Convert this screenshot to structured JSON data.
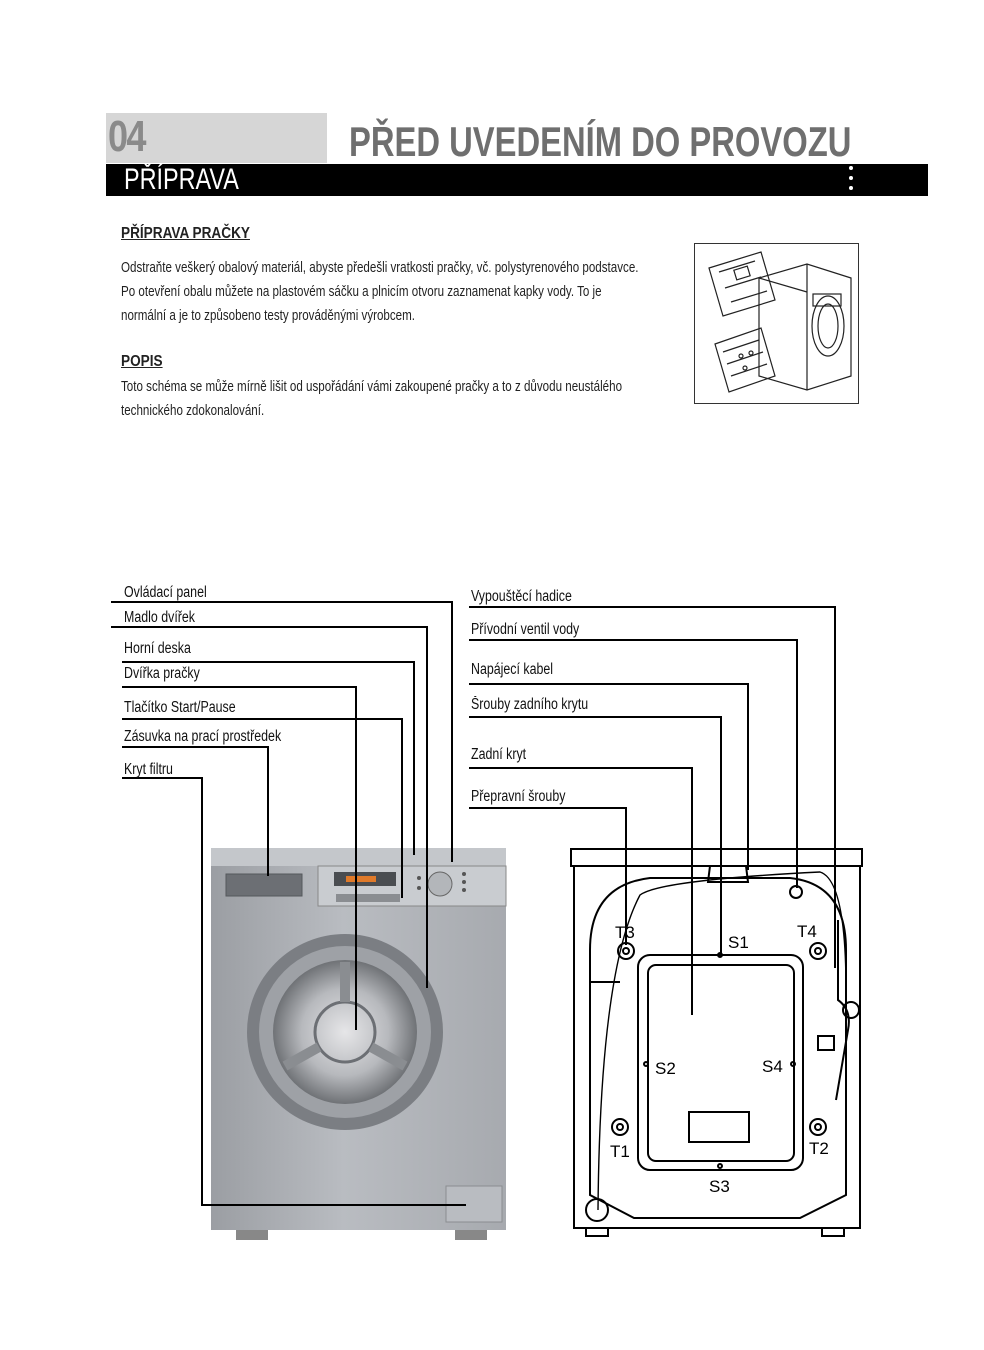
{
  "header": {
    "chapter_number": "04",
    "chapter_title": "PŘED UVEDENÍM DO PROVOZU",
    "section_title": "PŘÍPRAVA"
  },
  "preparation": {
    "heading": "PŘÍPRAVA PRAČKY",
    "lines": [
      "Odstraňte veškerý obalový materiál, abyste předešli vratkosti pračky, vč. polystyrenového podstavce.",
      "Po otevření obalu můžete na plastovém sáčku a plnicím otvoru zaznamenat kapky vody. To je",
      "normální a je to způsobeno testy prováděnými výrobcem."
    ]
  },
  "description": {
    "heading": "POPIS",
    "lines": [
      "Toto schéma se může mírně lišit od uspořádání vámi zakoupené pračky a to z důvodu neustálého",
      "technického zdokonalování."
    ]
  },
  "front_labels": [
    "Ovládací panel",
    "Madlo dvířek",
    "Horní deska",
    "Dvířka pračky",
    "Tlačítko Start/Pause",
    "Zásuvka na prací prostředek",
    "Kryt filtru"
  ],
  "rear_labels": [
    "Vypouštěcí hadice",
    "Přívodní ventil vody",
    "Napájecí kabel",
    "Šrouby zadního krytu",
    "Zadní kryt",
    "Přepravní šrouby"
  ],
  "rear_markers": {
    "t1": "T1",
    "t2": "T2",
    "t3": "T3",
    "t4": "T4",
    "s1": "S1",
    "s2": "S2",
    "s3": "S3",
    "s4": "S4"
  }
}
